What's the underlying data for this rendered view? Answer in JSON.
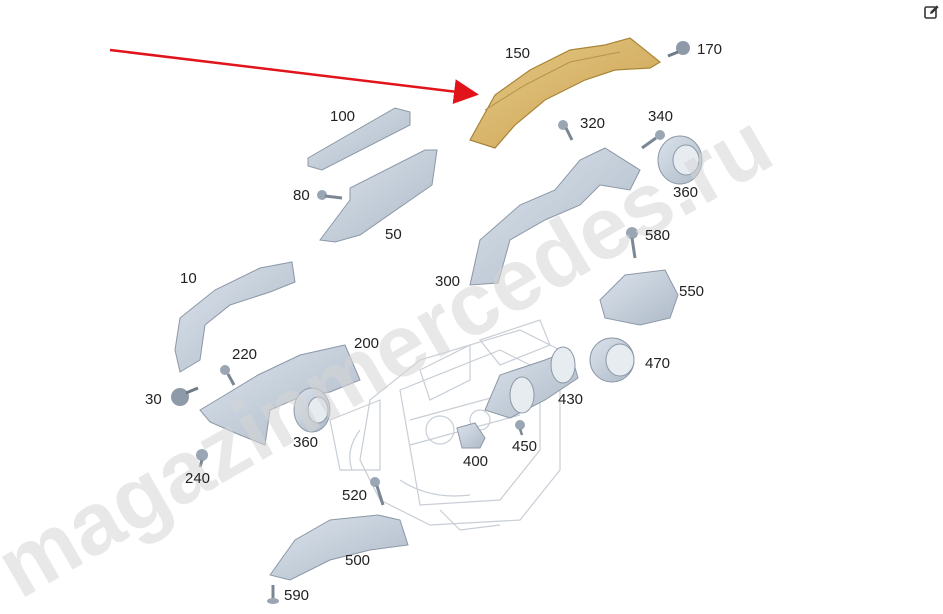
{
  "diagram": {
    "part_labels": {
      "p10": "10",
      "p30": "30",
      "p50": "50",
      "p80": "80",
      "p100": "100",
      "p150": "150",
      "p170": "170",
      "p200": "200",
      "p220": "220",
      "p240": "240",
      "p300": "300",
      "p320": "320",
      "p340": "340",
      "p360_a": "360",
      "p360_b": "360",
      "p400": "400",
      "p430": "430",
      "p450": "450",
      "p470": "470",
      "p500": "500",
      "p520": "520",
      "p550": "550",
      "p580": "580",
      "p590": "590"
    },
    "highlighted_part": "150",
    "watermark": "magazinmercedes.ru",
    "colors": {
      "part_fill": "#c9d3de",
      "part_stroke": "#8c98a6",
      "highlight_fill": "#d8b66a",
      "highlight_stroke": "#a88538",
      "arrow": "#e0141a",
      "label": "#222222",
      "watermark": "#d6d6d6"
    }
  },
  "toolbar": {
    "edit_icon": "edit-icon"
  }
}
